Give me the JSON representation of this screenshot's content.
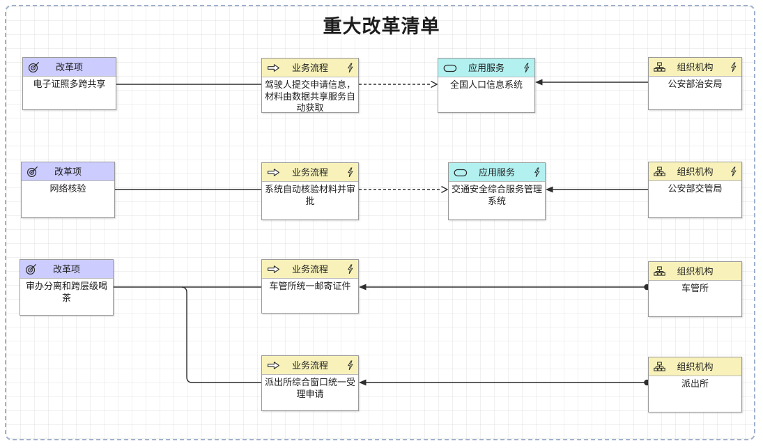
{
  "title": "重大改革清单",
  "colors": {
    "reform_header": "#ccccff",
    "business_header": "#f8f2ba",
    "application_header": "#b3f1f1",
    "line": "#2e2e2e",
    "frame_dash": "#9fb0cc"
  },
  "icons": {
    "reform": "target-icon",
    "process": "process-arrow-icon",
    "application": "rounded-service-icon",
    "organization": "orgchart-icon",
    "decorator": "lightning-icon"
  },
  "nodes": [
    {
      "type": "改革项",
      "label": "电子证照多跨共享"
    },
    {
      "type": "业务流程",
      "label": "驾驶人提交申请信息，材料由数据共享服务自动获取"
    },
    {
      "type": "应用服务",
      "label": "全国人口信息系统"
    },
    {
      "type": "组织机构",
      "label": "公安部治安局"
    },
    {
      "type": "改革项",
      "label": "网络核验"
    },
    {
      "type": "业务流程",
      "label": "系统自动核验材料并审批"
    },
    {
      "type": "应用服务",
      "label": "交通安全综合服务管理系统"
    },
    {
      "type": "组织机构",
      "label": "公安部交管局"
    },
    {
      "type": "改革项",
      "label": "审办分离和跨层级喝茶"
    },
    {
      "type": "业务流程",
      "label": "车管所统一邮寄证件"
    },
    {
      "type": "组织机构",
      "label": "车管所"
    },
    {
      "type": "业务流程",
      "label": "派出所综合窗口统一受理申请"
    },
    {
      "type": "组织机构",
      "label": "派出所"
    }
  ]
}
